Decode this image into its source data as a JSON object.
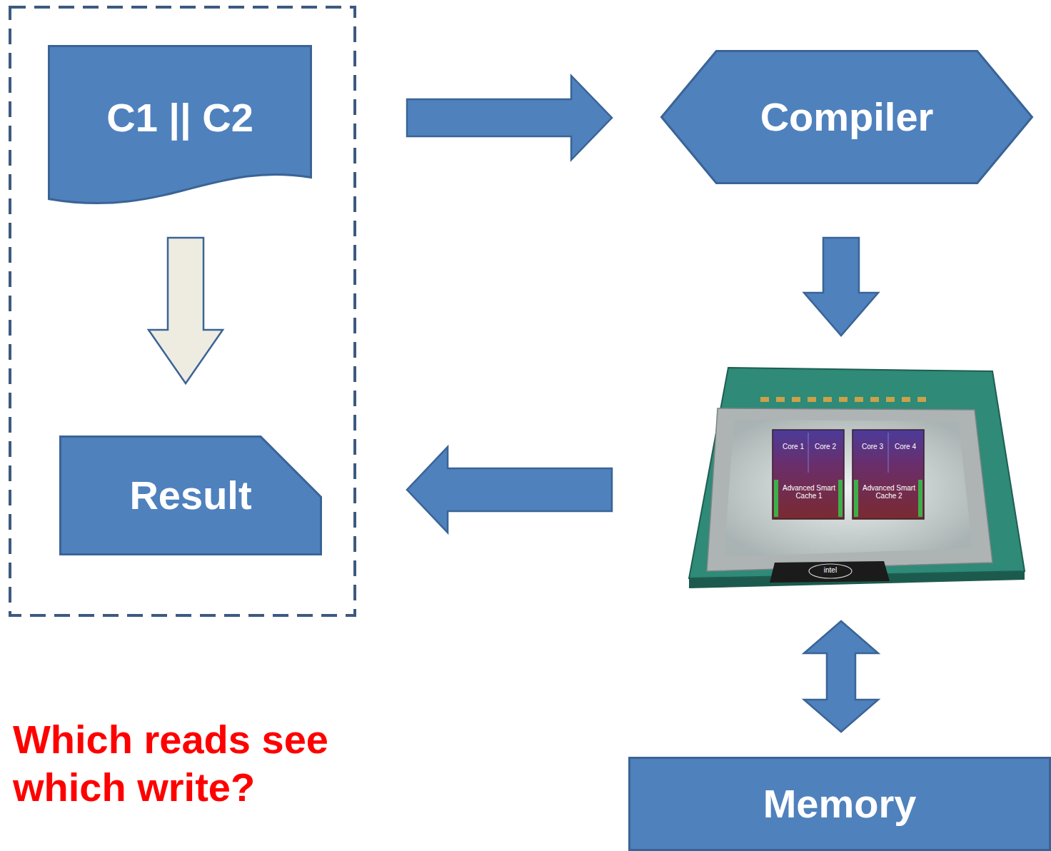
{
  "diagram": {
    "nodes": [
      {
        "text": [
          "C1 || C2"
        ]
      },
      {
        "text": [
          "Compiler"
        ]
      },
      {
        "text": [
          "Result"
        ]
      },
      {
        "text": [
          "Core 1",
          "Core 2",
          "Core 3",
          "Core 4",
          "Advanced Smart Cache 1",
          "Advanced Smart Cache 2",
          "intel"
        ]
      },
      {
        "text": [
          "Memory"
        ]
      }
    ],
    "edges": [
      {
        "from": 0,
        "to": 1,
        "arrow": "to"
      },
      {
        "from": 0,
        "to": 2,
        "arrow": "to"
      },
      {
        "from": 1,
        "to": 3,
        "arrow": "to"
      },
      {
        "from": 3,
        "to": 2,
        "arrow": "to"
      },
      {
        "from": 3,
        "to": 4,
        "arrow": "both"
      }
    ],
    "labels": [
      "Which reads see which write?"
    ]
  }
}
